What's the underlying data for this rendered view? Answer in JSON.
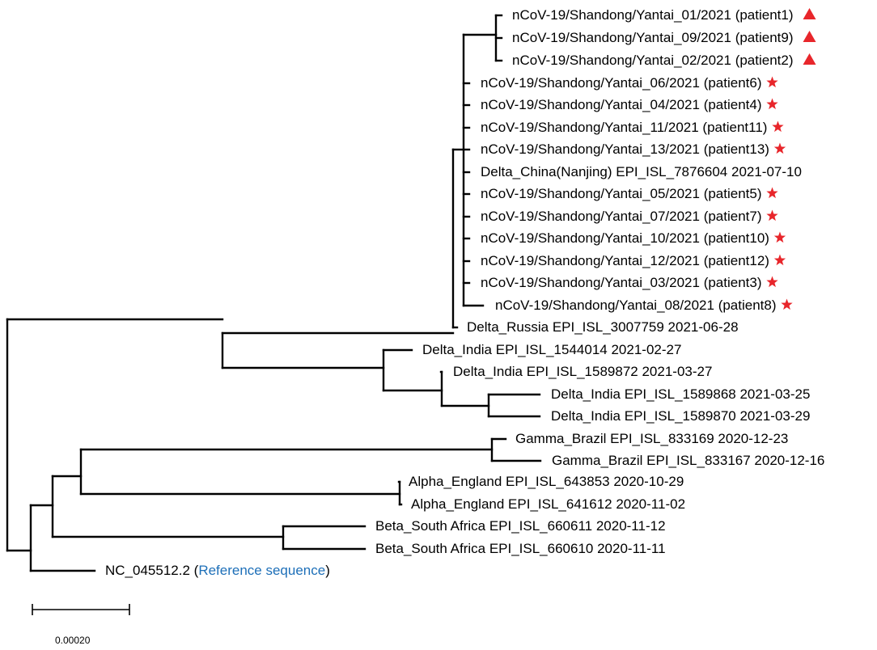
{
  "colors": {
    "branch": "#000000",
    "marker": "#e8262b",
    "reference_link": "#1d6fb8"
  },
  "tree": {
    "leaves": [
      {
        "label": "nCoV-19/Shandong/Yantai_01/2021 (patient1)",
        "marker": "triangle"
      },
      {
        "label": "nCoV-19/Shandong/Yantai_09/2021 (patient9)",
        "marker": "triangle"
      },
      {
        "label": "nCoV-19/Shandong/Yantai_02/2021 (patient2)",
        "marker": "triangle"
      },
      {
        "label": "nCoV-19/Shandong/Yantai_06/2021 (patient6)",
        "marker": "star"
      },
      {
        "label": "nCoV-19/Shandong/Yantai_04/2021 (patient4)",
        "marker": "star"
      },
      {
        "label": "nCoV-19/Shandong/Yantai_11/2021 (patient11)",
        "marker": "star"
      },
      {
        "label": "nCoV-19/Shandong/Yantai_13/2021 (patient13)",
        "marker": "star"
      },
      {
        "label": "Delta_China(Nanjing) EPI_ISL_7876604 2021-07-10",
        "marker": "none"
      },
      {
        "label": "nCoV-19/Shandong/Yantai_05/2021 (patient5)",
        "marker": "star"
      },
      {
        "label": "nCoV-19/Shandong/Yantai_07/2021 (patient7)",
        "marker": "star"
      },
      {
        "label": "nCoV-19/Shandong/Yantai_10/2021 (patient10)",
        "marker": "star"
      },
      {
        "label": "nCoV-19/Shandong/Yantai_12/2021 (patient12)",
        "marker": "star"
      },
      {
        "label": "nCoV-19/Shandong/Yantai_03/2021 (patient3)",
        "marker": "star"
      },
      {
        "label": "nCoV-19/Shandong/Yantai_08/2021 (patient8)",
        "marker": "star"
      },
      {
        "label": "Delta_Russia EPI_ISL_3007759 2021-06-28",
        "marker": "none"
      },
      {
        "label": "Delta_India EPI_ISL_1544014 2021-02-27",
        "marker": "none"
      },
      {
        "label": "Delta_India EPI_ISL_1589872 2021-03-27",
        "marker": "none"
      },
      {
        "label": "Delta_India EPI_ISL_1589868 2021-03-25",
        "marker": "none"
      },
      {
        "label": "Delta_India EPI_ISL_1589870 2021-03-29",
        "marker": "none"
      },
      {
        "label": "Gamma_Brazil EPI_ISL_833169 2020-12-23",
        "marker": "none"
      },
      {
        "label": "Gamma_Brazil EPI_ISL_833167 2020-12-16",
        "marker": "none"
      },
      {
        "label": "Alpha_England EPI_ISL_643853 2020-10-29",
        "marker": "none"
      },
      {
        "label": "Alpha_England EPI_ISL_641612 2020-11-02",
        "marker": "none"
      },
      {
        "label": "Beta_South Africa EPI_ISL_660611 2020-11-12",
        "marker": "none"
      },
      {
        "label": "Beta_South Africa EPI_ISL_660610 2020-11-11",
        "marker": "none"
      }
    ],
    "reference": {
      "label_prefix": "NC_045512.2 (",
      "label_link": "Reference sequence",
      "label_suffix": ")"
    },
    "scale_bar": {
      "label": "0.00020"
    }
  }
}
